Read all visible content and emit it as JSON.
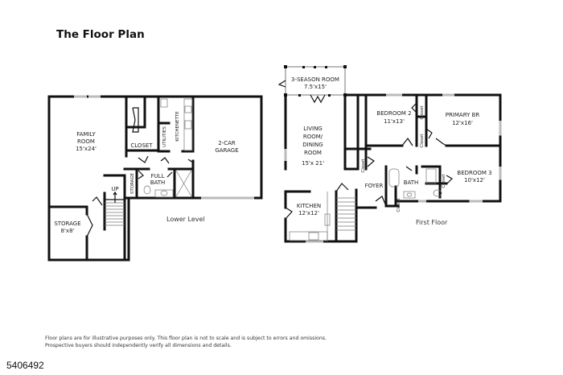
{
  "title": "The Floor Plan",
  "lower_level": {
    "label": "Lower Level",
    "rooms": {
      "family_room": {
        "name_line1": "FAMILY",
        "name_line2": "ROOM",
        "size": "15'x24'"
      },
      "closet": {
        "name": "CLOSET"
      },
      "utilities": {
        "name": "UTILITIES"
      },
      "kitchenette": {
        "name": "KITCHENETTE"
      },
      "garage": {
        "name_line1": "2-CAR",
        "name_line2": "GARAGE"
      },
      "storage_small": {
        "name": "STORAGE"
      },
      "full_bath": {
        "name_line1": "FULL",
        "name_line2": "BATH"
      },
      "stairs": {
        "name": "UP"
      },
      "storage": {
        "name": "STORAGE",
        "size": "8'x8'"
      }
    }
  },
  "first_floor": {
    "label": "First Floor",
    "rooms": {
      "season_room": {
        "name": "3-SEASON ROOM",
        "size": "7.5'x15'"
      },
      "living_dining": {
        "line1": "LIVING",
        "line2": "ROOM/",
        "line3": "DINING",
        "line4": "ROOM",
        "size": "15'x 21'"
      },
      "kitchen": {
        "name": "KITCHEN",
        "size": "12'x12'"
      },
      "foyer": {
        "name": "FOYER"
      },
      "bedroom2": {
        "name": "BEDROOM 2",
        "size": "11'x13'"
      },
      "primary": {
        "name": "PRIMARY BR",
        "size": "12'x16'"
      },
      "bedroom3": {
        "name": "BEDROOM 3",
        "size": "10'x12'"
      },
      "bath": {
        "name": "BATH"
      },
      "closet": {
        "name": "Closet"
      }
    }
  },
  "disclaimer": {
    "line1": "Floor plans are for illustrative purposes only. This floor plan is not to scale and is subject to errors and omissions.",
    "line2": "Prospective buyers should independently verify all dimensions and details."
  },
  "listing_id": "5406492"
}
